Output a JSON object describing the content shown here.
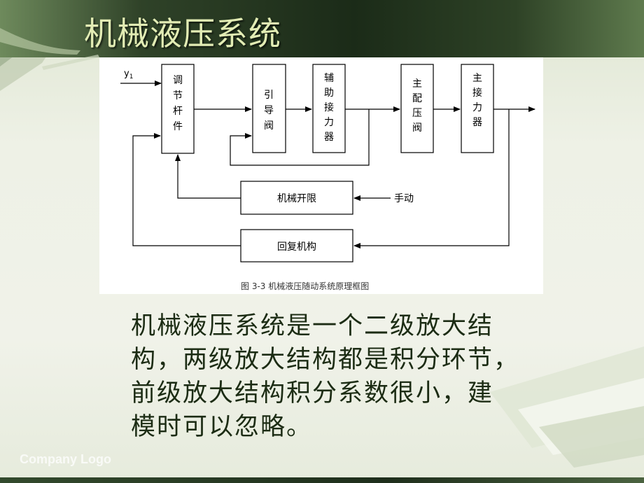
{
  "title": "机械液压系统",
  "diagram": {
    "input_label": "y1",
    "block_adjust_lever": "调\n节\n杆\n件",
    "block_pilot_valve": "引\n导\n阀",
    "block_aux_servo": "辅\n助\n接\n力\n器",
    "block_main_valve": "主\n配\n压\n阀",
    "block_main_servo": "主\n接\n力\n器",
    "block_mech_limit": "机械开限",
    "block_restore": "回复机构",
    "manual_label": "手动",
    "caption": "图 3-3 机械液压随动系统原理框图"
  },
  "body_lines": [
    "机械液压系统是一个二级放大结",
    "构，两级放大结构都是积分环节，",
    "前级放大结构积分系数很小，建",
    "模时可以忽略。"
  ],
  "logo": "Company Logo",
  "colors": {
    "title_text": "#e2ecb4",
    "header_band": "#1b2b18",
    "body_text": "#1c2c14"
  }
}
